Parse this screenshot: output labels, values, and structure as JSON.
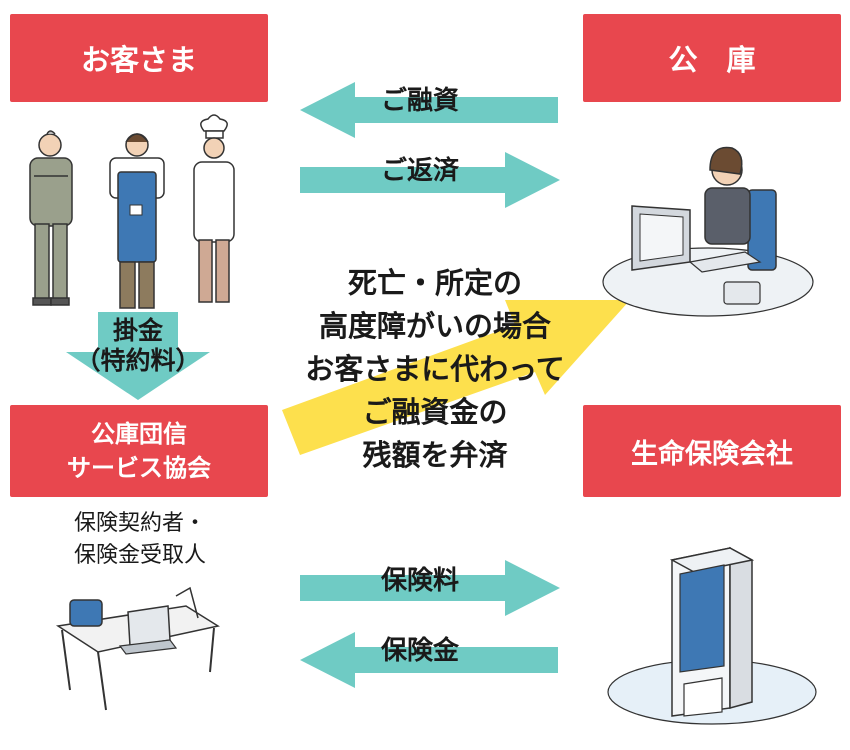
{
  "boxes": {
    "customer": "お客さま",
    "corporation": "公　庫",
    "association_line1": "公庫団信",
    "association_line2": "サービス協会",
    "insurer": "生命保険会社"
  },
  "arrows": {
    "loan": "ご融資",
    "repayment": "ご返済",
    "premium": "保険料",
    "insurance_payout": "保険金"
  },
  "installment": {
    "line1": "掛金",
    "line2": "（特約料）"
  },
  "association_note": {
    "line1": "保険契約者・",
    "line2": "保険金受取人"
  },
  "center_message": [
    "死亡・所定の",
    "高度障がいの場合",
    "お客さまに代わって",
    "ご融資金の",
    "残額を弁済"
  ],
  "colors": {
    "box_red": "#e8474e",
    "arrow_teal": "#6fcbc4",
    "big_arrow_yellow": "#fde04d"
  }
}
